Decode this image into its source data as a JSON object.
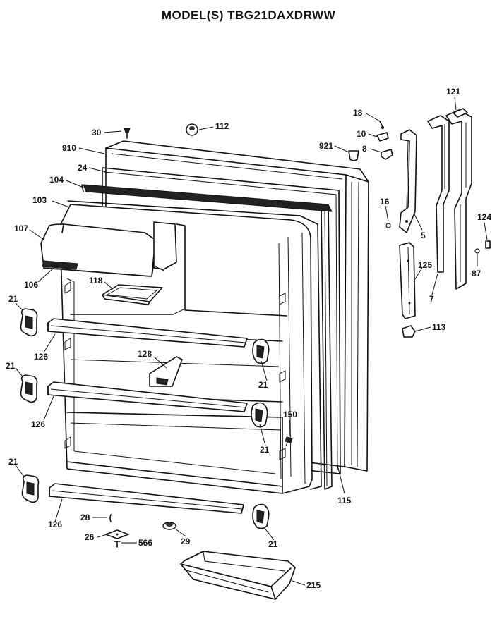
{
  "header": {
    "title": "MODEL(S) TBG21DAXDRWW"
  },
  "callouts": {
    "c112": "112",
    "c30": "30",
    "c910": "910",
    "c24": "24",
    "c104": "104",
    "c103": "103",
    "c107": "107",
    "c106": "106",
    "c118": "118",
    "c21a": "21",
    "c21b": "21",
    "c21c": "21",
    "c21d": "21",
    "c21e": "21",
    "c21f": "21",
    "c126a": "126",
    "c126b": "126",
    "c126c": "126",
    "c128": "128",
    "c150": "150",
    "c115": "115",
    "c28": "28",
    "c26": "26",
    "c566": "566",
    "c29": "29",
    "c215": "215",
    "c18": "18",
    "c10": "10",
    "c8": "8",
    "c921": "921",
    "c16": "16",
    "c5": "5",
    "c121": "121",
    "c124": "124",
    "c87": "87",
    "c7": "7",
    "c125": "125",
    "c113": "113"
  }
}
